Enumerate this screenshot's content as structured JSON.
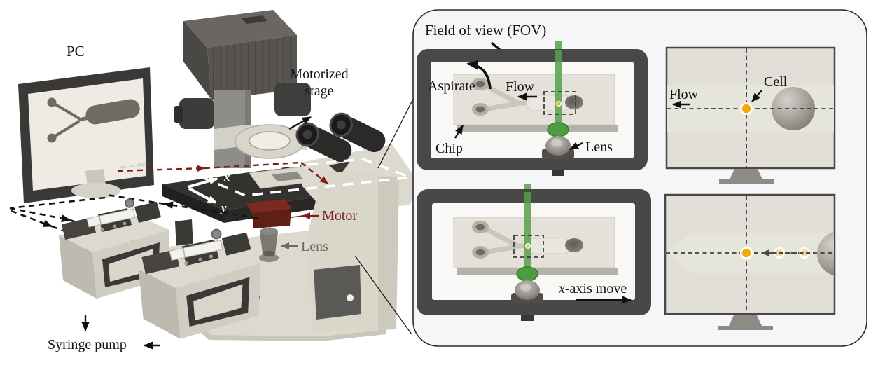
{
  "scene": {
    "pc": {
      "label": "PC"
    },
    "stage": {
      "label_line1": "Motorized",
      "label_line2": "stage",
      "axis_x": "x",
      "axis_y": "y"
    },
    "motor": {
      "label": "Motor",
      "color": "#7a2018"
    },
    "objective": {
      "label": "Lens",
      "color": "#6d6a66"
    },
    "pumps": {
      "label": "Syringe pump"
    }
  },
  "panel": {
    "fov_label": "Field of view (FOV)",
    "chip_view_initial": {
      "aspirate_label": "Aspirate",
      "flow_label": "Flow",
      "chip_label": "Chip",
      "lens_label": "Lens"
    },
    "camera_view_initial": {
      "flow_label": "Flow",
      "cell_label": "Cell"
    },
    "chip_view_moved": {
      "move_label_italic": "x",
      "move_label_rest": "-axis move"
    },
    "colors": {
      "beam_green": "#55a14a",
      "condenser_green": "#4e9b41",
      "cell_orange": "#f4a90f",
      "faded_cell": "#f0d9a0",
      "frame_dark": "#4a4747",
      "panel_bg": "#f6f5f7",
      "view_bg": "#e0ded7",
      "motor_red": "#7a2018",
      "lens_gray": "#6d6a66"
    }
  }
}
